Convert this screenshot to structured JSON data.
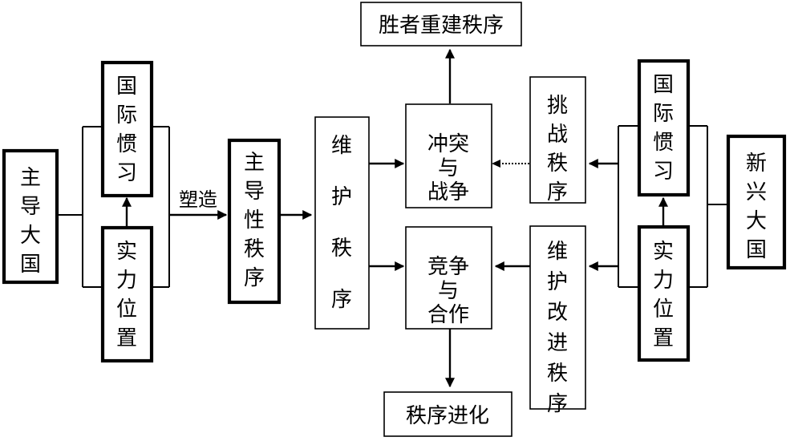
{
  "nodes": {
    "dominant_power": "主导大国",
    "left_intl_practice": "国际惯习",
    "left_strength_position": "实力位置",
    "shape_label": "塑造",
    "dominant_order": "主导性秩序",
    "maintain_order": "维护秩序",
    "conflict_war": "冲突与战争",
    "competition_cooperation": "竞争与合作",
    "winner_rebuild": "胜者重建秩序",
    "order_evolution": "秩序进化",
    "challenge_order": "挑战秩序",
    "maintain_improve_order": "维护改进秩序",
    "right_intl_practice": "国际惯习",
    "right_strength_position": "实力位置",
    "emerging_power": "新兴大国"
  }
}
